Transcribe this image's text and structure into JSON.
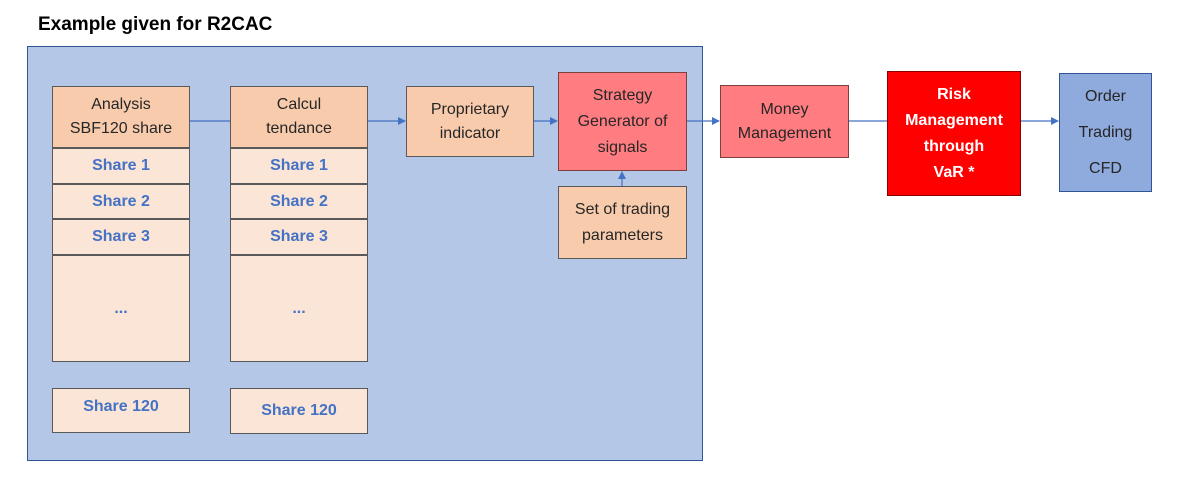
{
  "title": "Example given for R2CAC",
  "columns": [
    {
      "header": "Analysis\nSBF120 share",
      "shares": [
        "Share 1",
        "Share 2",
        "Share 3"
      ],
      "ellipsis": "...",
      "last": "Share 120"
    },
    {
      "header": "Calcul\ntendance",
      "shares": [
        "Share 1",
        "Share 2",
        "Share 3"
      ],
      "ellipsis": "...",
      "last": "Share 120"
    }
  ],
  "proprietary": "Proprietary\nindicator",
  "strategy": "Strategy\nGenerator of\nsignals",
  "parameters": "Set of trading\nparameters",
  "money": "Money\nManagement",
  "risk": "Risk\nManagement\nthrough\nVaR *",
  "order": "Order\nTrading\nCFD",
  "colors": {
    "panel": "#b4c7e7",
    "peach_dark": "#f8cbad",
    "peach_light": "#fbe5d6",
    "salmon": "#ff7c80",
    "red": "#ff0000",
    "blue": "#8faadc",
    "arrow": "#4472c4",
    "share_text": "#4472c4"
  }
}
